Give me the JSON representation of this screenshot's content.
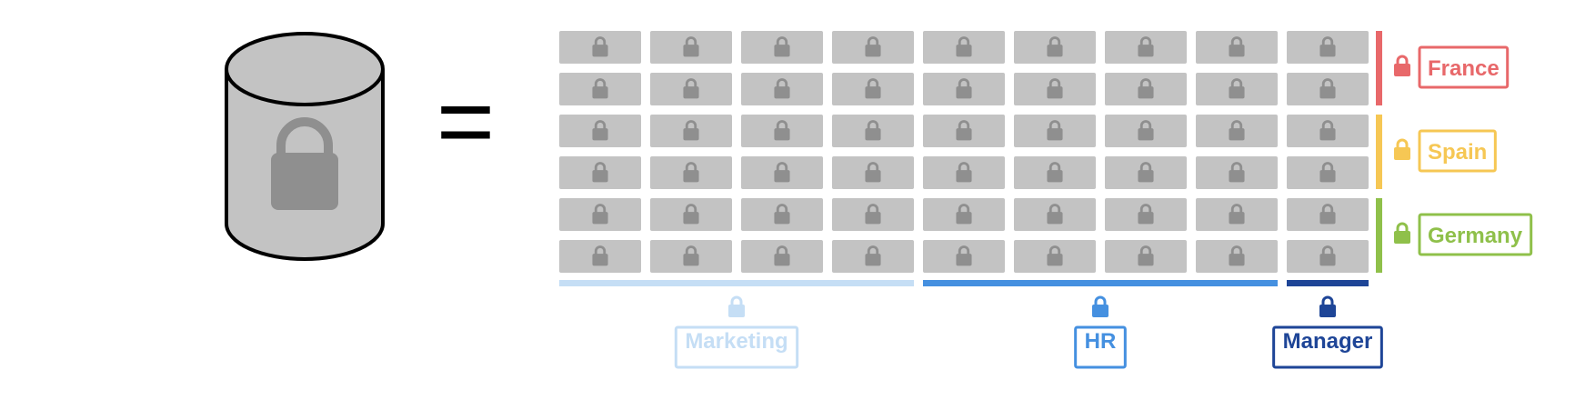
{
  "diagram": {
    "database_icon": "locked-database-cylinder-icon",
    "equals_symbol": "=",
    "grid": {
      "rows": 6,
      "columns": 9,
      "cell_color": "#c3c3c3",
      "lock_color": "#8f8f8f"
    },
    "lock_icon": "padlock-icon",
    "row_groups": [
      {
        "label": "France",
        "color": "#e8686a",
        "rows": [
          0,
          1
        ]
      },
      {
        "label": "Spain",
        "color": "#f6c754",
        "rows": [
          2,
          3
        ]
      },
      {
        "label": "Germany",
        "color": "#8fc04a",
        "rows": [
          4,
          5
        ]
      }
    ],
    "column_groups": [
      {
        "label": "Marketing",
        "color": "#c5def5",
        "columns": [
          0,
          3
        ]
      },
      {
        "label": "HR",
        "color": "#4590e0",
        "columns": [
          4,
          7
        ]
      },
      {
        "label": "Manager",
        "color": "#1e4597",
        "columns": [
          8,
          8
        ]
      }
    ]
  }
}
